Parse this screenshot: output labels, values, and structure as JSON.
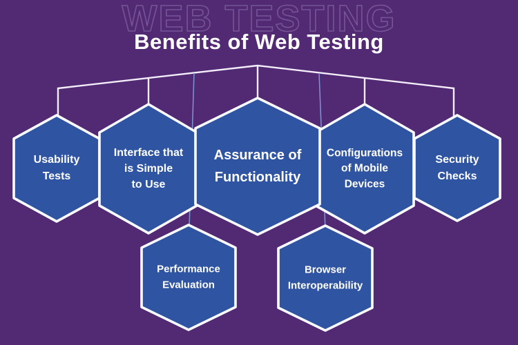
{
  "watermark": {
    "text": "WEB TESTING"
  },
  "title": {
    "text": "Benefits of Web Testing"
  },
  "colors": {
    "background": "#522a74",
    "hexagon_fill": "#2f54a2",
    "hexagon_border": "#ffffff",
    "connector_white": "#f3eef9",
    "connector_blue": "#8093d2",
    "title_text": "#ffffff"
  },
  "hexagons": [
    {
      "id": "usability-tests",
      "label": "Usability\nTests"
    },
    {
      "id": "interface-simple-to-use",
      "label": "Interface that\nis Simple\nto Use"
    },
    {
      "id": "assurance-of-functionality",
      "label": "Assurance of\nFunctionality"
    },
    {
      "id": "mobile-device-configurations",
      "label": "Configurations\nof Mobile\nDevices"
    },
    {
      "id": "security-checks",
      "label": "Security\nChecks"
    },
    {
      "id": "performance-evaluation",
      "label": "Performance\nEvaluation"
    },
    {
      "id": "browser-interoperability",
      "label": "Browser\nInteroperability"
    }
  ]
}
